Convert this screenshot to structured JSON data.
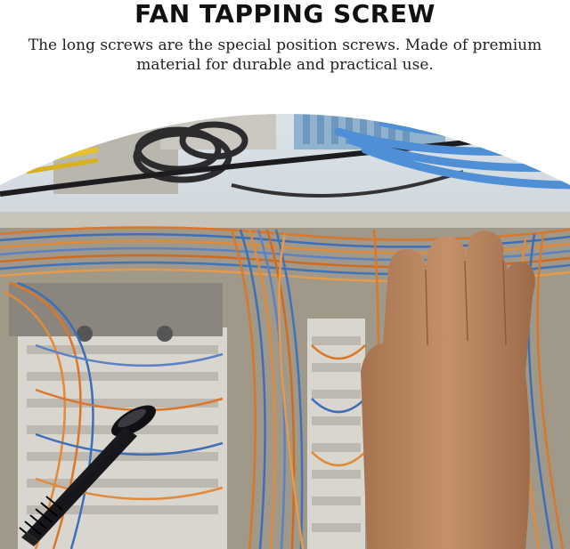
{
  "heading": {
    "title": "FAN TAPPING SCREW",
    "subtitle": "The long screws are the special position screws. Made of premium material for durable and practical use."
  },
  "colors": {
    "title": "#111111",
    "subtitle": "#222222",
    "arc_background": "#e8eef2",
    "panel_background": "#a09888",
    "wire_orange": "#d9772a",
    "wire_blue": "#3c6fb8",
    "cable_blue": "#4f8fd6",
    "skin": "#b9865f",
    "screw": "#1a1a1c"
  },
  "icons": [
    "screw-icon",
    "hand-illustration"
  ]
}
